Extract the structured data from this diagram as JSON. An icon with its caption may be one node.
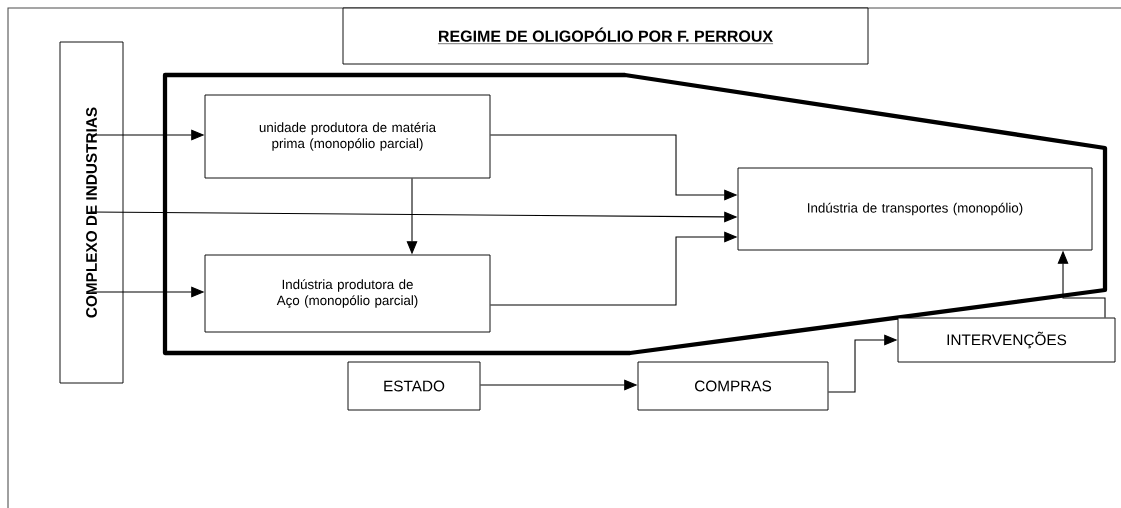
{
  "diagram": {
    "nodes": [
      {
        "text": [
          "REGIME DE OLIGOPÓLIO POR F. PERROUX"
        ]
      },
      {
        "text": [
          "COMPLEXO DE INDUSTRIAS"
        ]
      },
      {
        "text": [],
        "shape": "hexagon"
      },
      {
        "text": [
          "unidade produtora de matéria prima (monopólio parcial)"
        ],
        "in": 2
      },
      {
        "text": [
          "Indústria produtora de Aço (monopólio parcial)"
        ],
        "in": 2
      },
      {
        "text": [
          "Indústria de transportes (monopólio)"
        ],
        "in": 2
      },
      {
        "text": [
          "ESTADO"
        ]
      },
      {
        "text": [
          "COMPRAS"
        ]
      },
      {
        "text": [
          "INTERVENÇÕES"
        ]
      }
    ],
    "edges": [
      {
        "from": 1,
        "to": 3,
        "arrow": "to"
      },
      {
        "from": 1,
        "to": 5,
        "arrow": "to"
      },
      {
        "from": 1,
        "to": 4,
        "arrow": "to"
      },
      {
        "from": 3,
        "to": 4,
        "arrow": "to"
      },
      {
        "from": 3,
        "to": 5,
        "arrow": "to"
      },
      {
        "from": 4,
        "to": 5,
        "arrow": "to"
      },
      {
        "from": 6,
        "to": 7,
        "arrow": "to"
      },
      {
        "from": 7,
        "to": 8,
        "arrow": "to"
      },
      {
        "from": 8,
        "to": 5,
        "arrow": "to"
      }
    ]
  }
}
